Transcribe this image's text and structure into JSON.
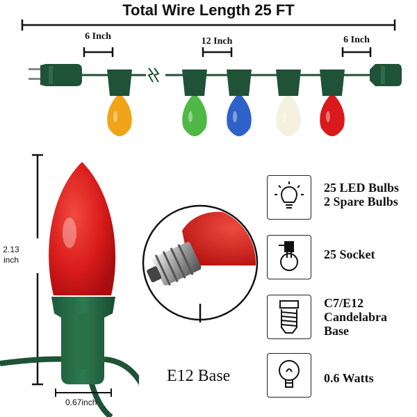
{
  "title": "Total Wire Length 25 FT",
  "spacing": {
    "left": "6 Inch",
    "middle": "12 Inch",
    "right": "6 Inch"
  },
  "bulb_colors": [
    "#f0a418",
    "#4fb847",
    "#2f62c9",
    "#f4f1de",
    "#d9191c"
  ],
  "dimensions": {
    "height_value": "2.13",
    "height_unit": "inch",
    "width": "0.67inch"
  },
  "base_label": "E12 Base",
  "features": [
    {
      "icon": "led-bulb-icon",
      "lines": [
        "25 LED Bulbs",
        "2 Spare Bulbs"
      ]
    },
    {
      "icon": "socket-icon",
      "lines": [
        "25 Socket"
      ]
    },
    {
      "icon": "candelabra-base-icon",
      "lines": [
        "C7/E12",
        "Candelabra",
        "Base"
      ]
    },
    {
      "icon": "globe-bulb-icon",
      "lines": [
        "0.6 Watts"
      ]
    }
  ]
}
